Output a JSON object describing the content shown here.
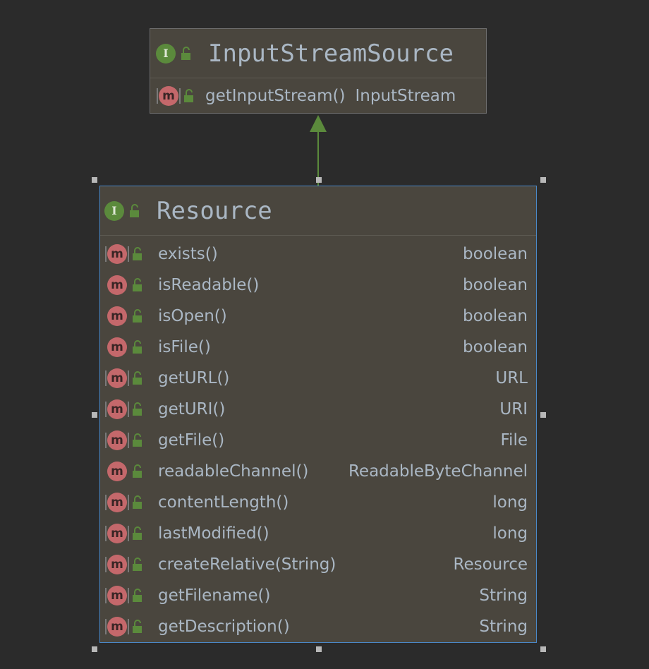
{
  "diagram": {
    "parent": {
      "name": "InputStreamSource",
      "kind": "interface",
      "methods": [
        {
          "name": "getInputStream()",
          "type": "InputStream",
          "abstract": true
        }
      ]
    },
    "child": {
      "name": "Resource",
      "kind": "interface",
      "methods": [
        {
          "name": "exists()",
          "type": "boolean",
          "abstract": true
        },
        {
          "name": "isReadable()",
          "type": "boolean",
          "abstract": false
        },
        {
          "name": "isOpen()",
          "type": "boolean",
          "abstract": false
        },
        {
          "name": "isFile()",
          "type": "boolean",
          "abstract": false
        },
        {
          "name": "getURL()",
          "type": "URL",
          "abstract": true
        },
        {
          "name": "getURI()",
          "type": "URI",
          "abstract": true
        },
        {
          "name": "getFile()",
          "type": "File",
          "abstract": true
        },
        {
          "name": "readableChannel()",
          "type": "ReadableByteChannel",
          "abstract": false
        },
        {
          "name": "contentLength()",
          "type": "long",
          "abstract": true
        },
        {
          "name": "lastModified()",
          "type": "long",
          "abstract": true
        },
        {
          "name": "createRelative(String)",
          "type": "Resource",
          "abstract": true
        },
        {
          "name": "getFilename()",
          "type": "String",
          "abstract": true
        },
        {
          "name": "getDescription()",
          "type": "String",
          "abstract": true
        }
      ]
    },
    "relation": "extends",
    "icons": {
      "interface": "I",
      "method": "m"
    },
    "colors": {
      "background": "#2b2b2b",
      "node_fill": "#4a463e",
      "selected_border": "#4a88c7",
      "interface_icon": "#5b8a3c",
      "method_icon": "#c4686b",
      "arrow": "#5b8a3c",
      "text": "#aab7c4"
    }
  }
}
